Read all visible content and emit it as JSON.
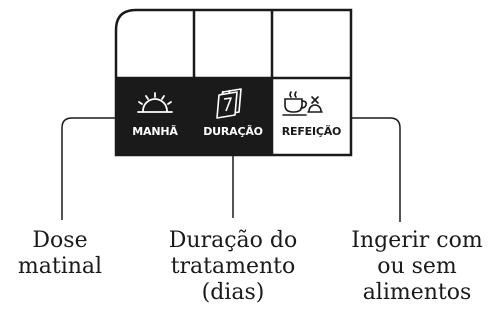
{
  "card": {
    "columns": [
      {
        "icon": "sunrise-icon",
        "label": "MANHÃ",
        "inverted": true,
        "description": [
          "Dose",
          "matinal"
        ]
      },
      {
        "icon": "calendar-icon",
        "label": "DURAÇÃO",
        "inverted": true,
        "description": [
          "Duração do",
          "tratamento",
          "(dias)"
        ]
      },
      {
        "icon": "meal-icon",
        "label": "REFEIÇÃO",
        "inverted": false,
        "description": [
          "Ingerir com",
          "ou sem",
          "alimentos"
        ]
      }
    ]
  },
  "colors": {
    "ink": "#1a1a1a",
    "paper": "#ffffff"
  }
}
